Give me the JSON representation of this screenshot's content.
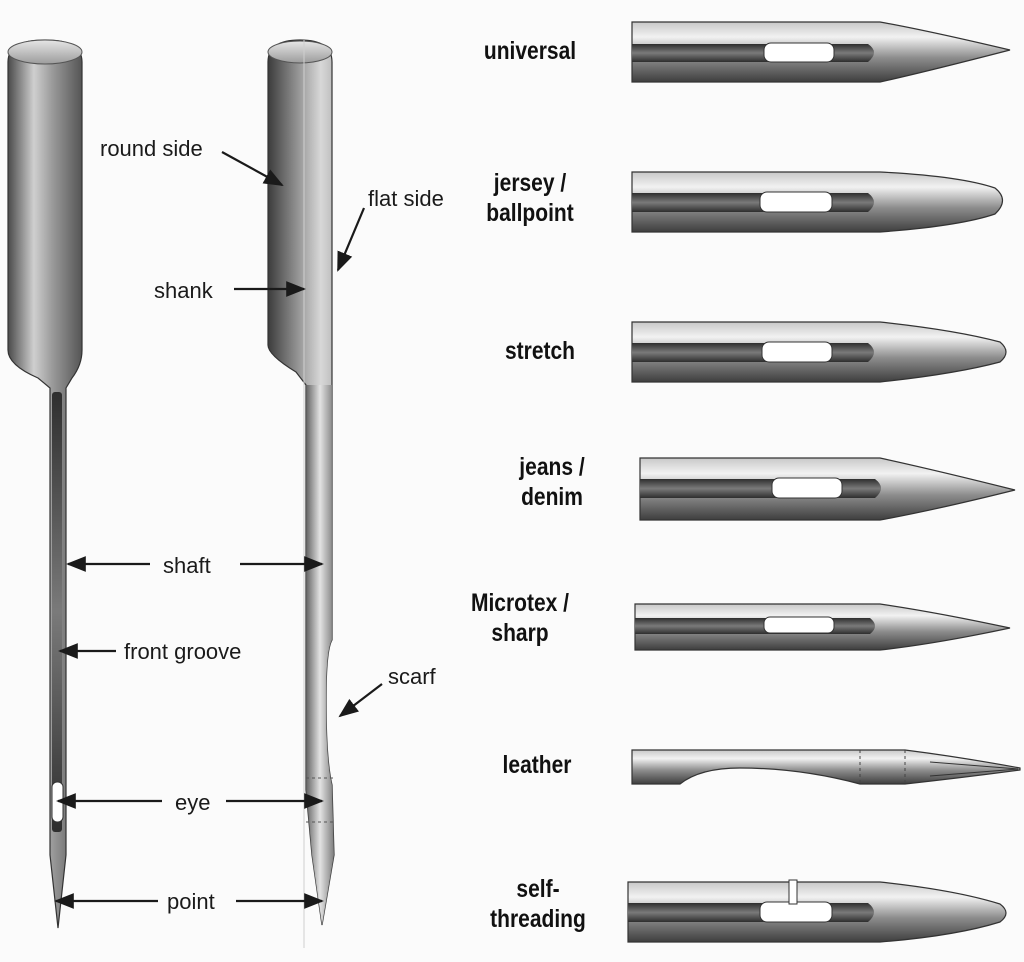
{
  "anatomy": {
    "round_side": "round side",
    "flat_side": "flat side",
    "shank": "shank",
    "shaft": "shaft",
    "front_groove": "front groove",
    "scarf": "scarf",
    "eye": "eye",
    "point": "point"
  },
  "needle_types": [
    {
      "line1": "universal",
      "line2": ""
    },
    {
      "line1": "jersey /",
      "line2": "ballpoint"
    },
    {
      "line1": "stretch",
      "line2": ""
    },
    {
      "line1": "jeans /",
      "line2": "denim"
    },
    {
      "line1": "Microtex /",
      "line2": "sharp"
    },
    {
      "line1": "leather",
      "line2": ""
    },
    {
      "line1": "self-",
      "line2": "threading"
    }
  ],
  "colors": {
    "metal_dark": "#5a5a5a",
    "metal_light": "#eeeeee",
    "ink": "#1a1a1a"
  }
}
